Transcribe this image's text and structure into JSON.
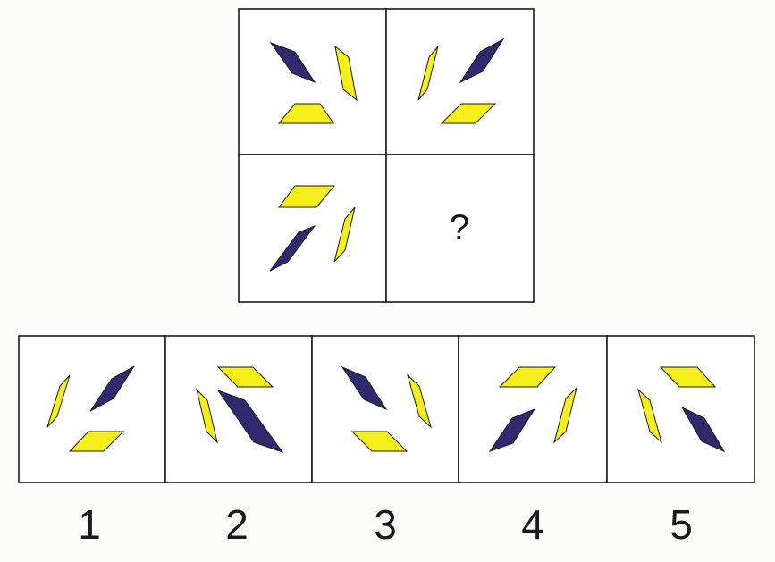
{
  "colors": {
    "yellow": "#f7ef1c",
    "navy": "#2f2a6e",
    "outline": "#1a1a1a"
  },
  "matrix": {
    "missing_cell_symbol": "?"
  },
  "options": [
    {
      "number": "1"
    },
    {
      "number": "2"
    },
    {
      "number": "3"
    },
    {
      "number": "4"
    },
    {
      "number": "5"
    }
  ]
}
